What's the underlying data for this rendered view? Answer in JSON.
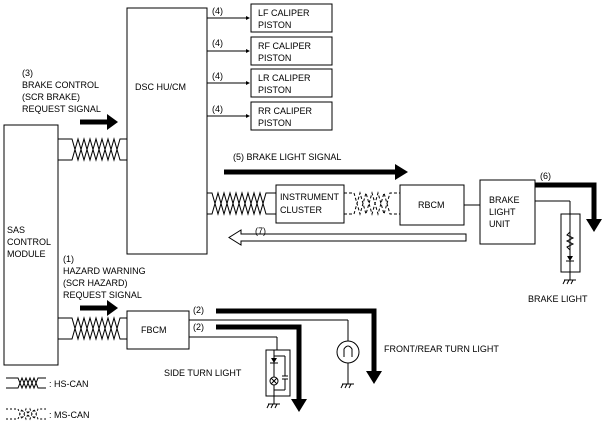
{
  "blocks": {
    "dsc": "DSC HU/CM",
    "sas": [
      "SAS",
      "CONTROL",
      "MODULE"
    ],
    "lf": [
      "LF CALIPER",
      "PISTON"
    ],
    "rf": [
      "RF CALIPER",
      "PISTON"
    ],
    "lr": [
      "LR CALIPER",
      "PISTON"
    ],
    "rr": [
      "RR CALIPER",
      "PISTON"
    ],
    "cluster": [
      "INSTRUMENT",
      "CLUSTER"
    ],
    "rbcm": "RBCM",
    "blu": [
      "BRAKE",
      "LIGHT",
      "UNIT"
    ],
    "fbcm": "FBCM"
  },
  "signals": {
    "n4": "(4)",
    "s3": [
      "(3)",
      "BRAKE CONTROL",
      "(SCR BRAKE)",
      "REQUEST SIGNAL"
    ],
    "s5": "(5) BRAKE LIGHT SIGNAL",
    "n6": "(6)",
    "n7": "(7)",
    "s1": [
      "(1)",
      "HAZARD WARNING",
      "(SCR HAZARD)",
      "REQUEST SIGNAL"
    ],
    "n2": "(2)"
  },
  "loads": {
    "brake_light": "BRAKE LIGHT",
    "turn_light": "FRONT/REAR TURN LIGHT",
    "side_turn": "SIDE TURN LIGHT"
  },
  "legend": {
    "hs": ": HS-CAN",
    "ms": ": MS-CAN"
  }
}
